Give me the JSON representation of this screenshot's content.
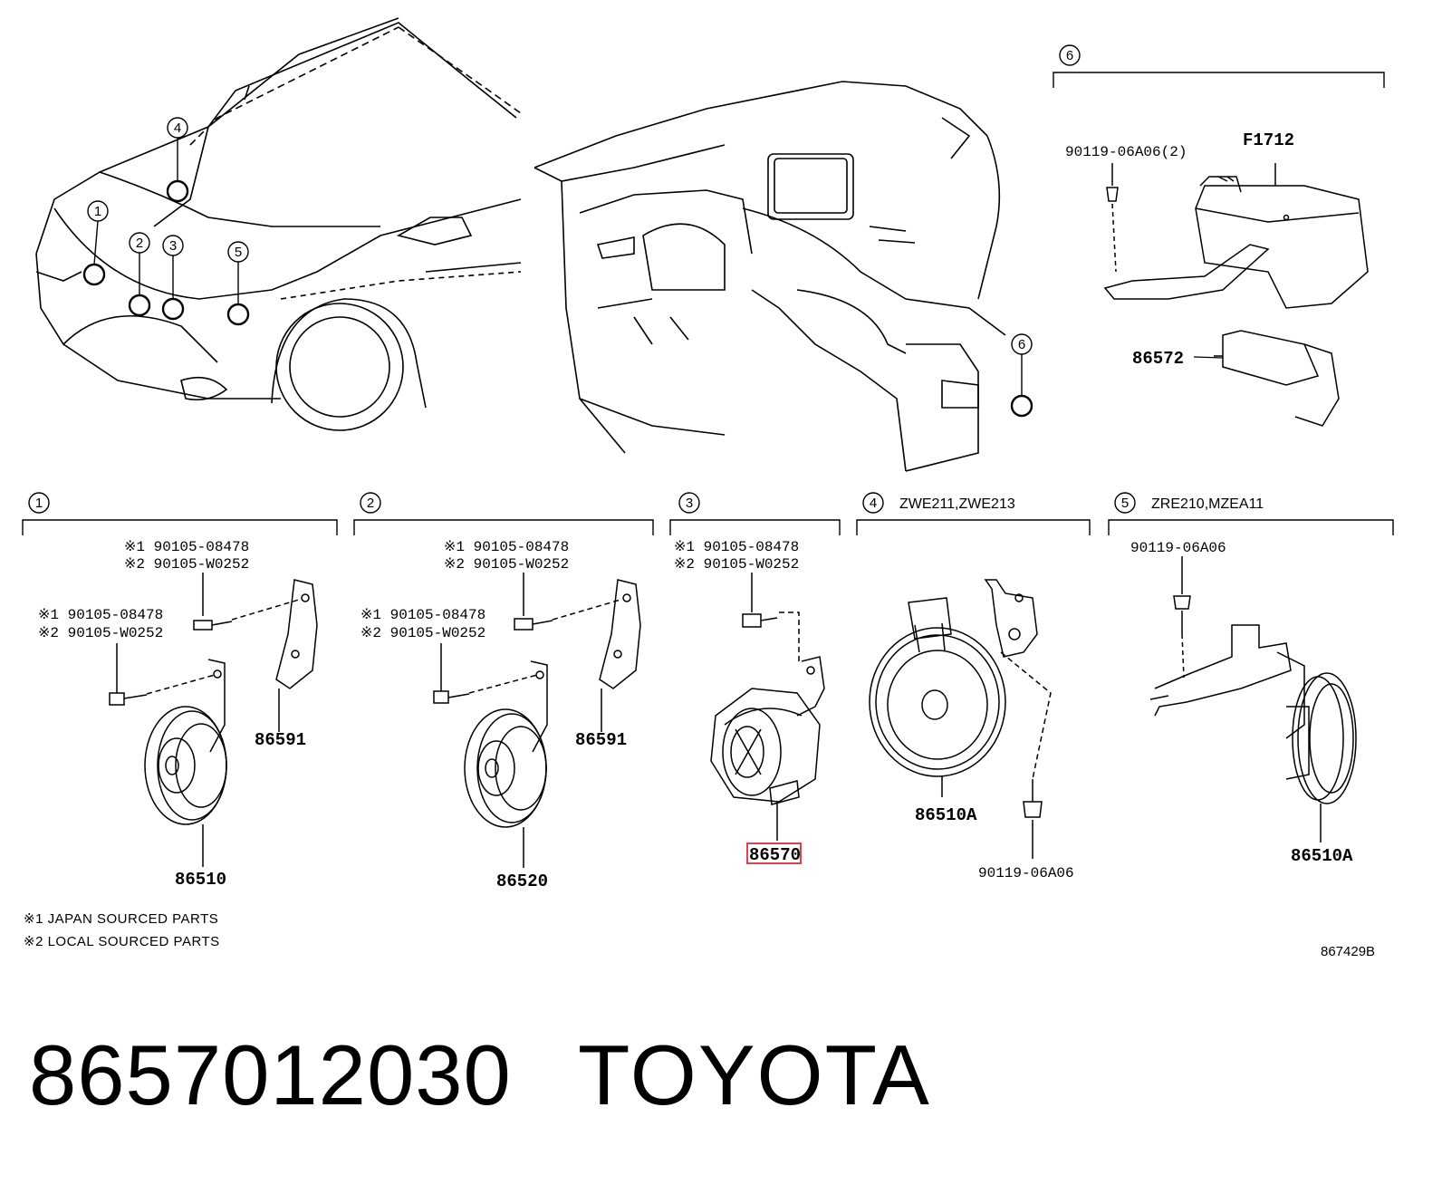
{
  "callouts": [
    "1",
    "2",
    "3",
    "4",
    "5",
    "6"
  ],
  "sections": {
    "s1": {
      "num": "1",
      "bolt_a": [
        "※1 90105-08478",
        "※2 90105-W0252"
      ],
      "bolt_b": [
        "※1 90105-08478",
        "※2 90105-W0252"
      ],
      "bracket": "86591",
      "horn": "86510"
    },
    "s2": {
      "num": "2",
      "bolt_a": [
        "※1 90105-08478",
        "※2 90105-W0252"
      ],
      "bolt_b": [
        "※1 90105-08478",
        "※2 90105-W0252"
      ],
      "bracket": "86591",
      "horn": "86520"
    },
    "s3": {
      "num": "3",
      "bolt_a": [
        "※1 90105-08478",
        "※2 90105-W0252"
      ],
      "part": "86570"
    },
    "s4": {
      "num": "4",
      "models": "ZWE211,ZWE213",
      "horn": "86510A",
      "bolt": "90119-06A06"
    },
    "s5": {
      "num": "5",
      "models": "ZRE210,MZEA11",
      "bolt": "90119-06A06",
      "horn": "86510A"
    },
    "s6": {
      "num": "6",
      "bolt": "90119-06A06(2)",
      "cover": "F1712",
      "module": "86572"
    }
  },
  "notes": [
    "※1 JAPAN SOURCED PARTS",
    "※2 LOCAL SOURCED PARTS"
  ],
  "diagram_id": "867429B",
  "footer": {
    "part_number": "8657012030",
    "brand": "TOYOTA"
  },
  "highlight_color": "#e0404a"
}
